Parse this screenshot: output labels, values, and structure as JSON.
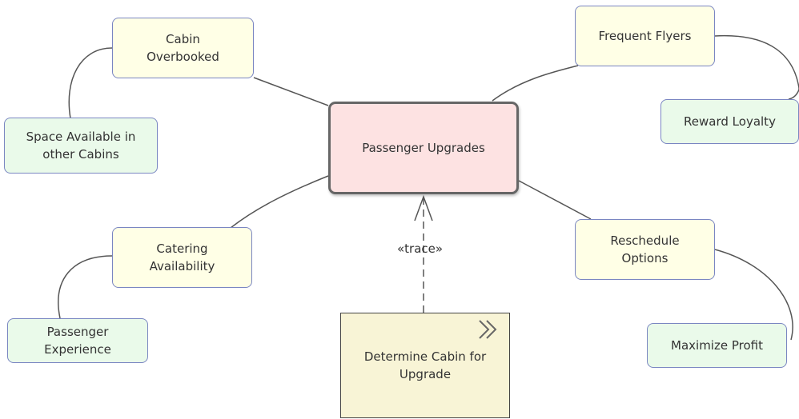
{
  "central": {
    "label": "Passenger Upgrades"
  },
  "topics": {
    "cabin_overbooked": "Cabin\nOverbooked",
    "frequent_flyers": "Frequent Flyers",
    "catering_availability": "Catering\nAvailability",
    "reschedule_options": "Reschedule\nOptions"
  },
  "leaves": {
    "space_available": "Space Available in\nother Cabins",
    "reward_loyalty": "Reward Loyalty",
    "passenger_experience": "Passenger\nExperience",
    "maximize_profit": "Maximize Profit"
  },
  "activity": {
    "label": "Determine Cabin for\nUpgrade"
  },
  "trace": {
    "label": "«trace»"
  }
}
